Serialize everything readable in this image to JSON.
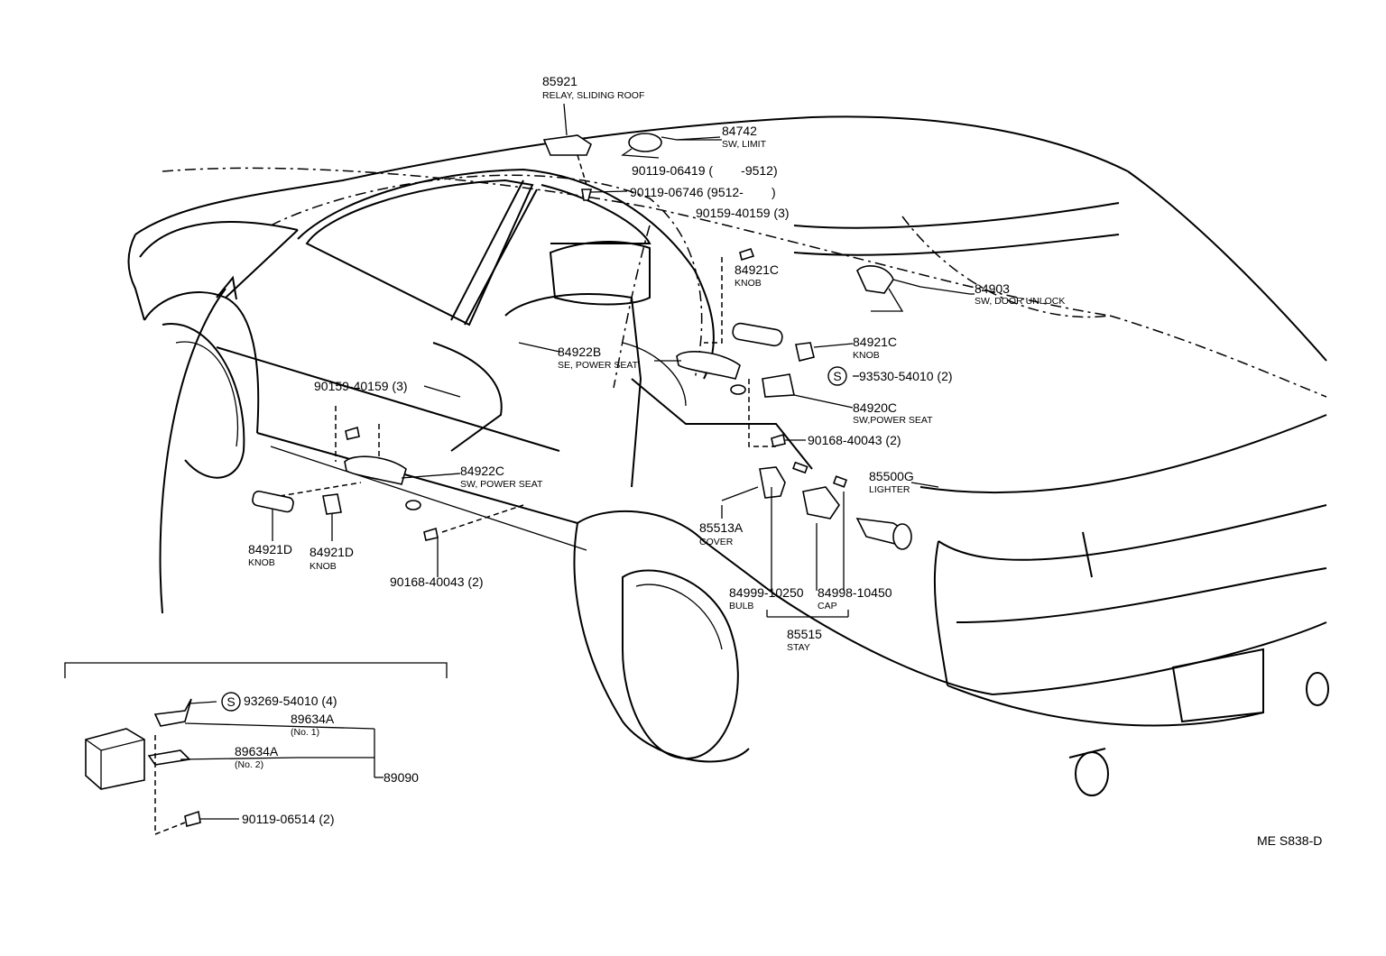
{
  "labels": [
    {
      "id": "85921",
      "part": "85921",
      "desc": "RELAY, SLIDING ROOF"
    },
    {
      "id": "84742",
      "part": "84742",
      "desc": "SW, LIMIT"
    },
    {
      "id": "90119-06419",
      "part": "90119-06419 (        -9512)",
      "desc": ""
    },
    {
      "id": "90119-06746",
      "part": "90119-06746 (9512-        )",
      "desc": ""
    },
    {
      "id": "90159-40159-a",
      "part": "90159-40159 (3)",
      "desc": ""
    },
    {
      "id": "84921C-a",
      "part": "84921C",
      "desc": "KNOB"
    },
    {
      "id": "84903",
      "part": "84903",
      "desc": "SW, DOOR UNLOCK"
    },
    {
      "id": "84922B",
      "part": "84922B",
      "desc": "SE, POWER SEAT"
    },
    {
      "id": "84921C-b",
      "part": "84921C",
      "desc": "KNOB"
    },
    {
      "id": "93530-54010",
      "part": "93530-54010 (2)",
      "desc": ""
    },
    {
      "id": "84920C",
      "part": "84920C",
      "desc": "SW,POWER SEAT"
    },
    {
      "id": "90168-40043-a",
      "part": "90168-40043 (2)",
      "desc": ""
    },
    {
      "id": "90159-40159-b",
      "part": "90159-40159 (3)",
      "desc": ""
    },
    {
      "id": "84922C",
      "part": "84922C",
      "desc": "SW, POWER SEAT"
    },
    {
      "id": "85500G",
      "part": "85500G",
      "desc": "LIGHTER"
    },
    {
      "id": "85513A",
      "part": "85513A",
      "desc": "COVER"
    },
    {
      "id": "84921D-a",
      "part": "84921D",
      "desc": "KNOB"
    },
    {
      "id": "84921D-b",
      "part": "84921D",
      "desc": "KNOB"
    },
    {
      "id": "90168-40043-b",
      "part": "90168-40043 (2)",
      "desc": ""
    },
    {
      "id": "84999-10250",
      "part": "84999-10250",
      "desc": "BULB"
    },
    {
      "id": "84998-10450",
      "part": "84998-10450",
      "desc": "CAP"
    },
    {
      "id": "85515",
      "part": "85515",
      "desc": "STAY"
    },
    {
      "id": "93269-54010",
      "part": "93269-54010 (4)",
      "desc": ""
    },
    {
      "id": "89634A-1",
      "part": "89634A",
      "desc": "(No. 1)"
    },
    {
      "id": "89634A-2",
      "part": "89634A",
      "desc": "(No. 2)"
    },
    {
      "id": "89090",
      "part": "89090",
      "desc": ""
    },
    {
      "id": "90119-06514",
      "part": "90119-06514 (2)",
      "desc": ""
    }
  ],
  "s_marker": "S",
  "figure_code": "ME S838-D"
}
